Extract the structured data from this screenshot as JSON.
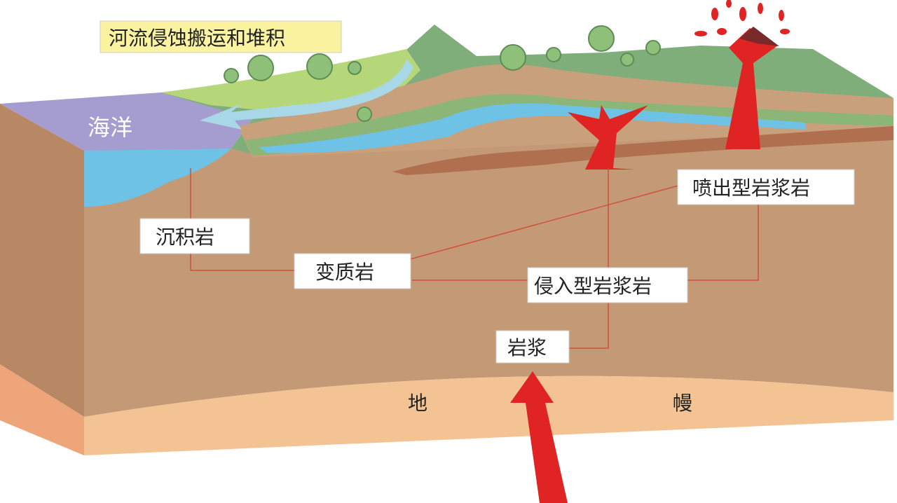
{
  "labels": {
    "river": "河流侵蚀搬运和堆积",
    "ocean": "海洋",
    "sedimentary": "沉积岩",
    "metamorphic": "变质岩",
    "intrusive": "侵入型岩浆岩",
    "extrusive": "喷出型岩浆岩",
    "magma": "岩浆",
    "mantle_left": "地",
    "mantle_right": "幔"
  },
  "colors": {
    "crust": "#c49a76",
    "crust_side": "#b98a66",
    "mantle": "#f3c394",
    "ocean_top": "#a59ccf",
    "water": "#6ec2e6",
    "grass": "#7fae7a",
    "lava": "#e02323",
    "link_line": "#d0503a",
    "river_box": "#fbf3a0"
  }
}
